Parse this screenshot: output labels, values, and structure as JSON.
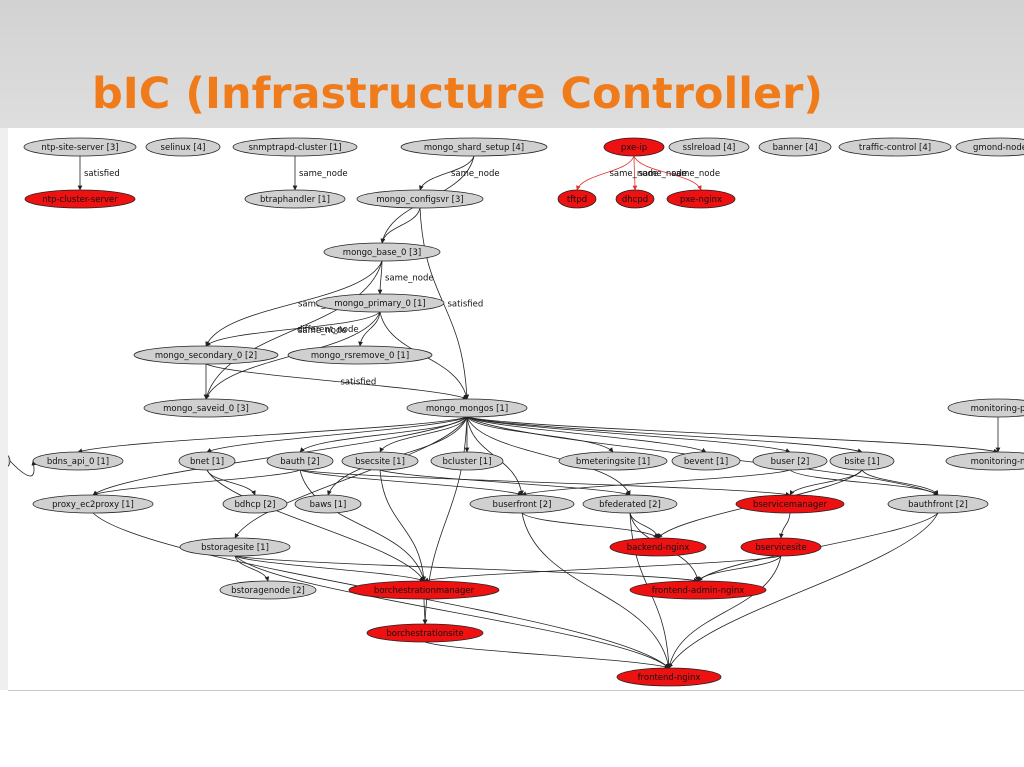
{
  "title": "bIC (Infrastructure Controller)",
  "colors": {
    "title": "#f07b1a",
    "node_gray": "#d0d0d0",
    "node_red": "#ee1111",
    "header_bg": "#d6d6d6"
  },
  "diagram": {
    "nodes": [
      {
        "id": "ntp_site_server",
        "label": "ntp-site-server [3]",
        "state": "gray"
      },
      {
        "id": "selinux",
        "label": "selinux [4]",
        "state": "gray"
      },
      {
        "id": "snmptrapd_cluster",
        "label": "snmptrapd-cluster [1]",
        "state": "gray"
      },
      {
        "id": "mongo_shard_setup",
        "label": "mongo_shard_setup [4]",
        "state": "gray"
      },
      {
        "id": "pxe_ip",
        "label": "pxe-ip",
        "state": "red"
      },
      {
        "id": "sslreload",
        "label": "sslreload [4]",
        "state": "gray"
      },
      {
        "id": "banner",
        "label": "banner [4]",
        "state": "gray"
      },
      {
        "id": "traffic_control",
        "label": "traffic-control [4]",
        "state": "gray"
      },
      {
        "id": "gmond_node",
        "label": "gmond-node",
        "state": "gray"
      },
      {
        "id": "ntp_cluster_server",
        "label": "ntp-cluster-server",
        "state": "red"
      },
      {
        "id": "btraphandler",
        "label": "btraphandler [1]",
        "state": "gray"
      },
      {
        "id": "mongo_configsvr",
        "label": "mongo_configsvr [3]",
        "state": "gray"
      },
      {
        "id": "tftpd",
        "label": "tftpd",
        "state": "red"
      },
      {
        "id": "dhcpd",
        "label": "dhcpd",
        "state": "red"
      },
      {
        "id": "pxe_nginx",
        "label": "pxe-nginx",
        "state": "red"
      },
      {
        "id": "mongo_base_0",
        "label": "mongo_base_0 [3]",
        "state": "gray"
      },
      {
        "id": "mongo_primary_0",
        "label": "mongo_primary_0 [1]",
        "state": "gray"
      },
      {
        "id": "mongo_secondary_0",
        "label": "mongo_secondary_0 [2]",
        "state": "gray"
      },
      {
        "id": "mongo_rsremove_0",
        "label": "mongo_rsremove_0 [1]",
        "state": "gray"
      },
      {
        "id": "mongo_saveid_0",
        "label": "mongo_saveid_0 [3]",
        "state": "gray"
      },
      {
        "id": "mongo_mongos",
        "label": "mongo_mongos [1]",
        "state": "gray"
      },
      {
        "id": "monitoring_p",
        "label": "monitoring-p",
        "state": "gray"
      },
      {
        "id": "left_stub",
        "label": "]",
        "state": "gray"
      },
      {
        "id": "bdns_api_0",
        "label": "bdns_api_0 [1]",
        "state": "gray"
      },
      {
        "id": "bnet",
        "label": "bnet [1]",
        "state": "gray"
      },
      {
        "id": "bauth",
        "label": "bauth [2]",
        "state": "gray"
      },
      {
        "id": "bsecsite",
        "label": "bsecsite [1]",
        "state": "gray"
      },
      {
        "id": "bcluster",
        "label": "bcluster [1]",
        "state": "gray"
      },
      {
        "id": "bmeteringsite",
        "label": "bmeteringsite [1]",
        "state": "gray"
      },
      {
        "id": "bevent",
        "label": "bevent [1]",
        "state": "gray"
      },
      {
        "id": "buser",
        "label": "buser [2]",
        "state": "gray"
      },
      {
        "id": "bsite",
        "label": "bsite [1]",
        "state": "gray"
      },
      {
        "id": "monitoring_n",
        "label": "monitoring-n",
        "state": "gray"
      },
      {
        "id": "proxy_ec2proxy",
        "label": "proxy_ec2proxy [1]",
        "state": "gray"
      },
      {
        "id": "bdhcp",
        "label": "bdhcp [2]",
        "state": "gray"
      },
      {
        "id": "baws",
        "label": "baws [1]",
        "state": "gray"
      },
      {
        "id": "buserfront",
        "label": "buserfront [2]",
        "state": "gray"
      },
      {
        "id": "bfederated",
        "label": "bfederated [2]",
        "state": "gray"
      },
      {
        "id": "bservicemanager",
        "label": "bservicemanager",
        "state": "red"
      },
      {
        "id": "bauthfront",
        "label": "bauthfront [2]",
        "state": "gray"
      },
      {
        "id": "bstoragesite",
        "label": "bstoragesite [1]",
        "state": "gray"
      },
      {
        "id": "backend_nginx",
        "label": "backend-nginx",
        "state": "red"
      },
      {
        "id": "bservicesite",
        "label": "bservicesite",
        "state": "red"
      },
      {
        "id": "bstoragenode",
        "label": "bstoragenode [2]",
        "state": "gray"
      },
      {
        "id": "borchestrationmanager",
        "label": "borchestrationmanager",
        "state": "red"
      },
      {
        "id": "frontend_admin_nginx",
        "label": "frontend-admin-nginx",
        "state": "red"
      },
      {
        "id": "borchestrationsite",
        "label": "borchestrationsite",
        "state": "red"
      },
      {
        "id": "frontend_nginx",
        "label": "frontend-nginx",
        "state": "red"
      }
    ],
    "edges": [
      {
        "from": "ntp_site_server",
        "to": "ntp_cluster_server",
        "label": "satisfied"
      },
      {
        "from": "snmptrapd_cluster",
        "to": "btraphandler",
        "label": "same_node"
      },
      {
        "from": "mongo_shard_setup",
        "to": "mongo_configsvr",
        "label": "same_node"
      },
      {
        "from": "mongo_shard_setup",
        "to": "mongo_base_0",
        "label": ""
      },
      {
        "from": "mongo_configsvr",
        "to": "mongo_base_0",
        "label": ""
      },
      {
        "from": "mongo_configsvr",
        "to": "mongo_mongos",
        "label": "satisfied"
      },
      {
        "from": "mongo_base_0",
        "to": "mongo_primary_0",
        "label": "same_node"
      },
      {
        "from": "mongo_base_0",
        "to": "mongo_secondary_0",
        "label": "same_node"
      },
      {
        "from": "mongo_base_0",
        "to": "mongo_saveid_0",
        "label": "same_node"
      },
      {
        "from": "mongo_primary_0",
        "to": "mongo_secondary_0",
        "label": "different_node"
      },
      {
        "from": "mongo_primary_0",
        "to": "mongo_rsremove_0",
        "label": ""
      },
      {
        "from": "mongo_primary_0",
        "to": "mongo_mongos",
        "label": ""
      },
      {
        "from": "mongo_primary_0",
        "to": "mongo_saveid_0",
        "label": ""
      },
      {
        "from": "mongo_secondary_0",
        "to": "mongo_saveid_0",
        "label": ""
      },
      {
        "from": "mongo_secondary_0",
        "to": "mongo_mongos",
        "label": "satisfied"
      },
      {
        "from": "pxe_ip",
        "to": "tftpd",
        "label": "same_node",
        "red": true
      },
      {
        "from": "pxe_ip",
        "to": "dhcpd",
        "label": "same_node",
        "red": true
      },
      {
        "from": "pxe_ip",
        "to": "pxe_nginx",
        "label": "same_node",
        "red": true
      },
      {
        "from": "mongo_mongos",
        "to": "bdns_api_0",
        "label": ""
      },
      {
        "from": "mongo_mongos",
        "to": "proxy_ec2proxy",
        "label": ""
      },
      {
        "from": "mongo_mongos",
        "to": "bnet",
        "label": ""
      },
      {
        "from": "mongo_mongos",
        "to": "bauth",
        "label": ""
      },
      {
        "from": "mongo_mongos",
        "to": "bsecsite",
        "label": ""
      },
      {
        "from": "mongo_mongos",
        "to": "bcluster",
        "label": ""
      },
      {
        "from": "mongo_mongos",
        "to": "bmeteringsite",
        "label": ""
      },
      {
        "from": "mongo_mongos",
        "to": "bevent",
        "label": ""
      },
      {
        "from": "mongo_mongos",
        "to": "buser",
        "label": ""
      },
      {
        "from": "mongo_mongos",
        "to": "bsite",
        "label": ""
      },
      {
        "from": "mongo_mongos",
        "to": "bauthfront",
        "label": ""
      },
      {
        "from": "mongo_mongos",
        "to": "monitoring_n",
        "label": ""
      },
      {
        "from": "mongo_mongos",
        "to": "baws",
        "label": ""
      },
      {
        "from": "mongo_mongos",
        "to": "buserfront",
        "label": ""
      },
      {
        "from": "mongo_mongos",
        "to": "bfederated",
        "label": ""
      },
      {
        "from": "mongo_mongos",
        "to": "bstoragesite",
        "label": ""
      },
      {
        "from": "mongo_mongos",
        "to": "borchestrationsite",
        "label": ""
      },
      {
        "from": "left_stub",
        "to": "bdns_api_0",
        "label": "same_node"
      },
      {
        "from": "monitoring_p",
        "to": "monitoring_n",
        "label": ""
      },
      {
        "from": "bnet",
        "to": "bdhcp",
        "label": ""
      },
      {
        "from": "bnet",
        "to": "borchestrationmanager",
        "label": ""
      },
      {
        "from": "bauth",
        "to": "proxy_ec2proxy",
        "label": ""
      },
      {
        "from": "bauth",
        "to": "buserfront",
        "label": ""
      },
      {
        "from": "bauth",
        "to": "bservicemanager",
        "label": ""
      },
      {
        "from": "bauth",
        "to": "borchestrationmanager",
        "label": ""
      },
      {
        "from": "bsecsite",
        "to": "borchestrationmanager",
        "label": ""
      },
      {
        "from": "bsecsite",
        "to": "bfederated",
        "label": ""
      },
      {
        "from": "buser",
        "to": "buserfront",
        "label": ""
      },
      {
        "from": "buser",
        "to": "bauthfront",
        "label": ""
      },
      {
        "from": "bsite",
        "to": "bservicemanager",
        "label": ""
      },
      {
        "from": "bsite",
        "to": "bauthfront",
        "label": ""
      },
      {
        "from": "bsite",
        "to": "backend_nginx",
        "label": ""
      },
      {
        "from": "buserfront",
        "to": "backend_nginx",
        "label": ""
      },
      {
        "from": "buserfront",
        "to": "frontend_nginx",
        "label": ""
      },
      {
        "from": "bfederated",
        "to": "backend_nginx",
        "label": ""
      },
      {
        "from": "bfederated",
        "to": "frontend_admin_nginx",
        "label": ""
      },
      {
        "from": "bfederated",
        "to": "frontend_nginx",
        "label": ""
      },
      {
        "from": "bservicemanager",
        "to": "bservicesite",
        "label": ""
      },
      {
        "from": "bservicesite",
        "to": "frontend_admin_nginx",
        "label": ""
      },
      {
        "from": "bservicesite",
        "to": "frontend_nginx",
        "label": ""
      },
      {
        "from": "bservicesite",
        "to": "borchestrationmanager",
        "label": ""
      },
      {
        "from": "bauthfront",
        "to": "frontend_nginx",
        "label": ""
      },
      {
        "from": "bauthfront",
        "to": "frontend_admin_nginx",
        "label": ""
      },
      {
        "from": "bstoragesite",
        "to": "bstoragenode",
        "label": ""
      },
      {
        "from": "bstoragesite",
        "to": "frontend_admin_nginx",
        "label": ""
      },
      {
        "from": "bstoragesite",
        "to": "frontend_nginx",
        "label": ""
      },
      {
        "from": "bstoragesite",
        "to": "borchestrationmanager",
        "label": ""
      },
      {
        "from": "borchestrationmanager",
        "to": "borchestrationsite",
        "label": ""
      },
      {
        "from": "borchestrationsite",
        "to": "frontend_nginx",
        "label": ""
      },
      {
        "from": "proxy_ec2proxy",
        "to": "frontend_nginx",
        "label": ""
      }
    ]
  }
}
